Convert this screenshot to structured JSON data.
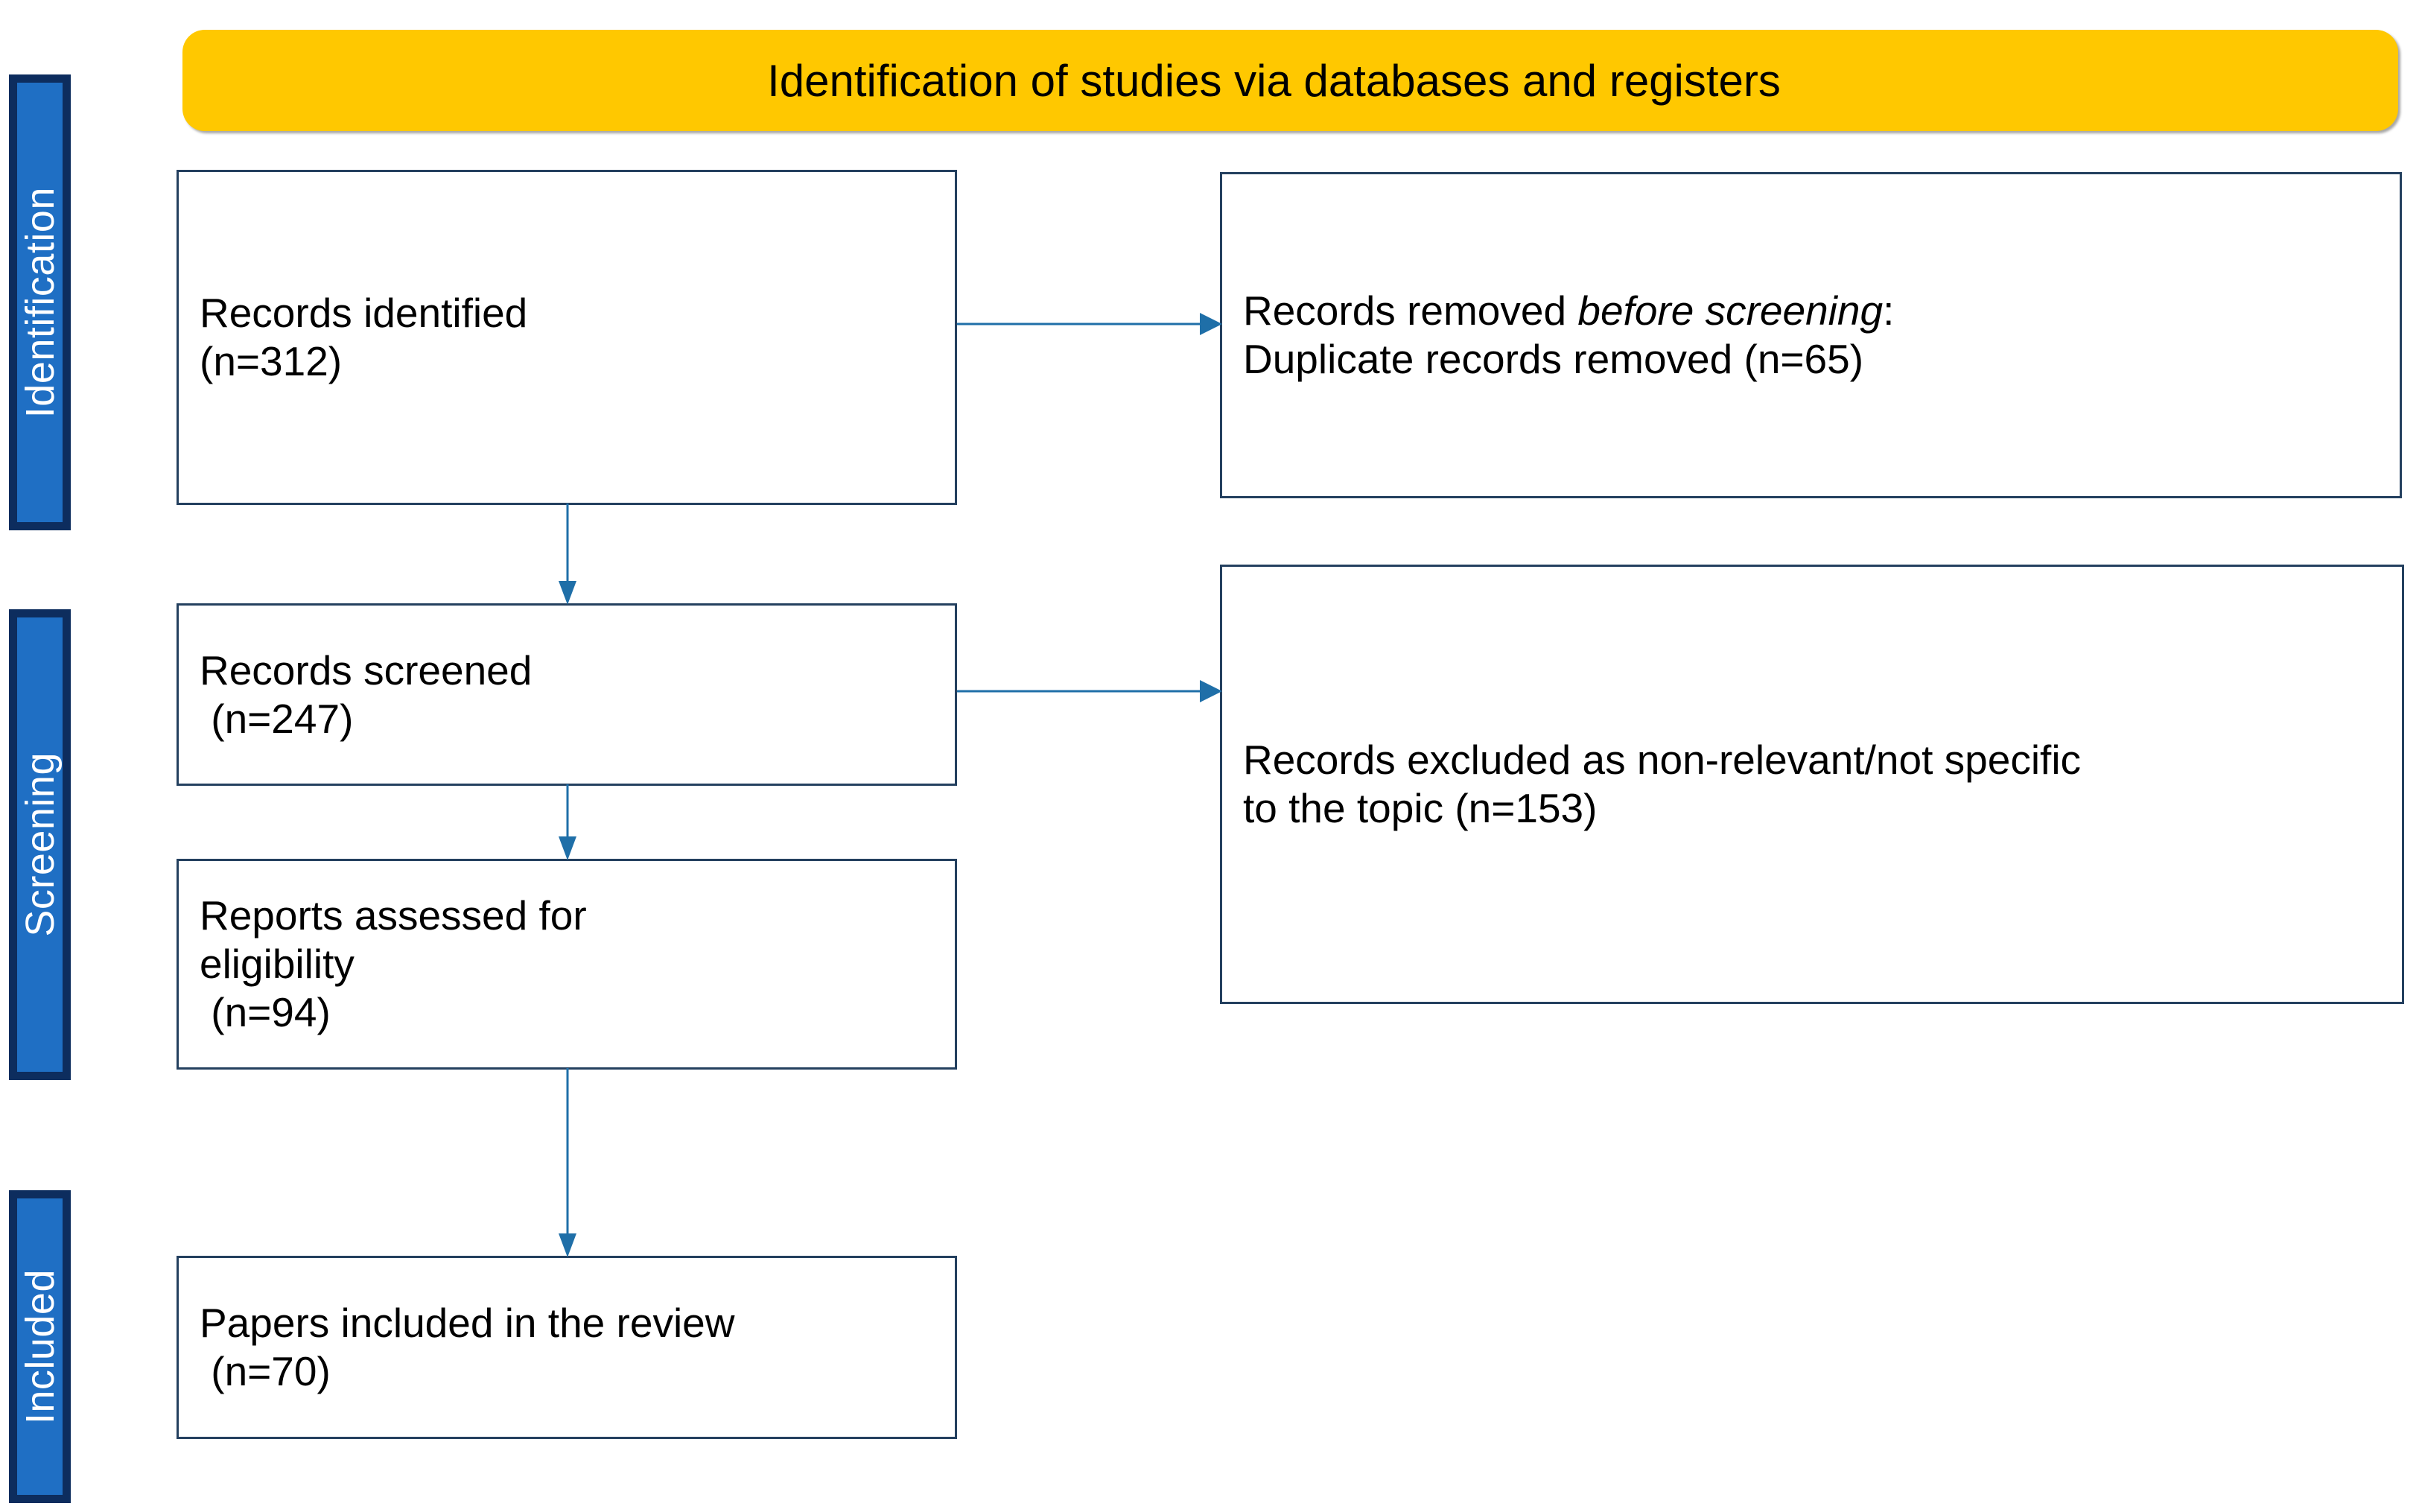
{
  "banner": {
    "title": "Identification of studies via databases and registers",
    "bg_color": "#FFC800"
  },
  "stages": [
    {
      "id": "identification",
      "label": "Identification",
      "bg_color": "#1F6FC4",
      "border_color": "#0D2D5E"
    },
    {
      "id": "screening",
      "label": "Screening",
      "bg_color": "#1F6FC4",
      "border_color": "#0D2D5E"
    },
    {
      "id": "included",
      "label": "Included",
      "bg_color": "#1F6FC4",
      "border_color": "#0D2D5E"
    }
  ],
  "boxes": {
    "identified": {
      "line1": "Records identified",
      "line2": "(n=312)",
      "count": 312
    },
    "removed": {
      "line1_pre": "Records removed ",
      "line1_em": "before screening",
      "line1_post": ":",
      "line2": "Duplicate records removed (n=65)",
      "count": 65
    },
    "screened": {
      "line1": "Records screened",
      "line2": " (n=247)",
      "count": 247
    },
    "excluded": {
      "line1": "Records excluded as non-relevant/not specific",
      "line2": "to the topic (n=153)",
      "count": 153
    },
    "reports": {
      "line1": "Reports assessed for",
      "line2": "eligibility",
      "line3": " (n=94)",
      "count": 94
    },
    "included": {
      "line1": "Papers included in the review",
      "line2": " (n=70)",
      "count": 70
    }
  },
  "arrows": {
    "color": "#1F6FA8",
    "items": [
      {
        "name": "identified-to-removed",
        "direction": "right"
      },
      {
        "name": "identified-to-screened",
        "direction": "down"
      },
      {
        "name": "screened-to-excluded",
        "direction": "right"
      },
      {
        "name": "screened-to-reports",
        "direction": "down"
      },
      {
        "name": "reports-to-included",
        "direction": "down"
      }
    ]
  },
  "chart_data": {
    "type": "flowchart",
    "title": "Identification of studies via databases and registers",
    "nodes": [
      {
        "id": "identified",
        "stage": "Identification",
        "column": "left",
        "label": "Records identified",
        "n": 312
      },
      {
        "id": "removed",
        "stage": "Identification",
        "column": "right",
        "label": "Records removed before screening: Duplicate records removed",
        "n": 65
      },
      {
        "id": "screened",
        "stage": "Screening",
        "column": "left",
        "label": "Records screened",
        "n": 247
      },
      {
        "id": "excluded",
        "stage": "Screening",
        "column": "right",
        "label": "Records excluded as non-relevant/not specific to the topic",
        "n": 153
      },
      {
        "id": "reports",
        "stage": "Screening",
        "column": "left",
        "label": "Reports assessed for eligibility",
        "n": 94
      },
      {
        "id": "included",
        "stage": "Included",
        "column": "left",
        "label": "Papers included in the review",
        "n": 70
      }
    ],
    "edges": [
      {
        "from": "identified",
        "to": "removed"
      },
      {
        "from": "identified",
        "to": "screened"
      },
      {
        "from": "screened",
        "to": "excluded"
      },
      {
        "from": "screened",
        "to": "reports"
      },
      {
        "from": "reports",
        "to": "included"
      }
    ]
  }
}
